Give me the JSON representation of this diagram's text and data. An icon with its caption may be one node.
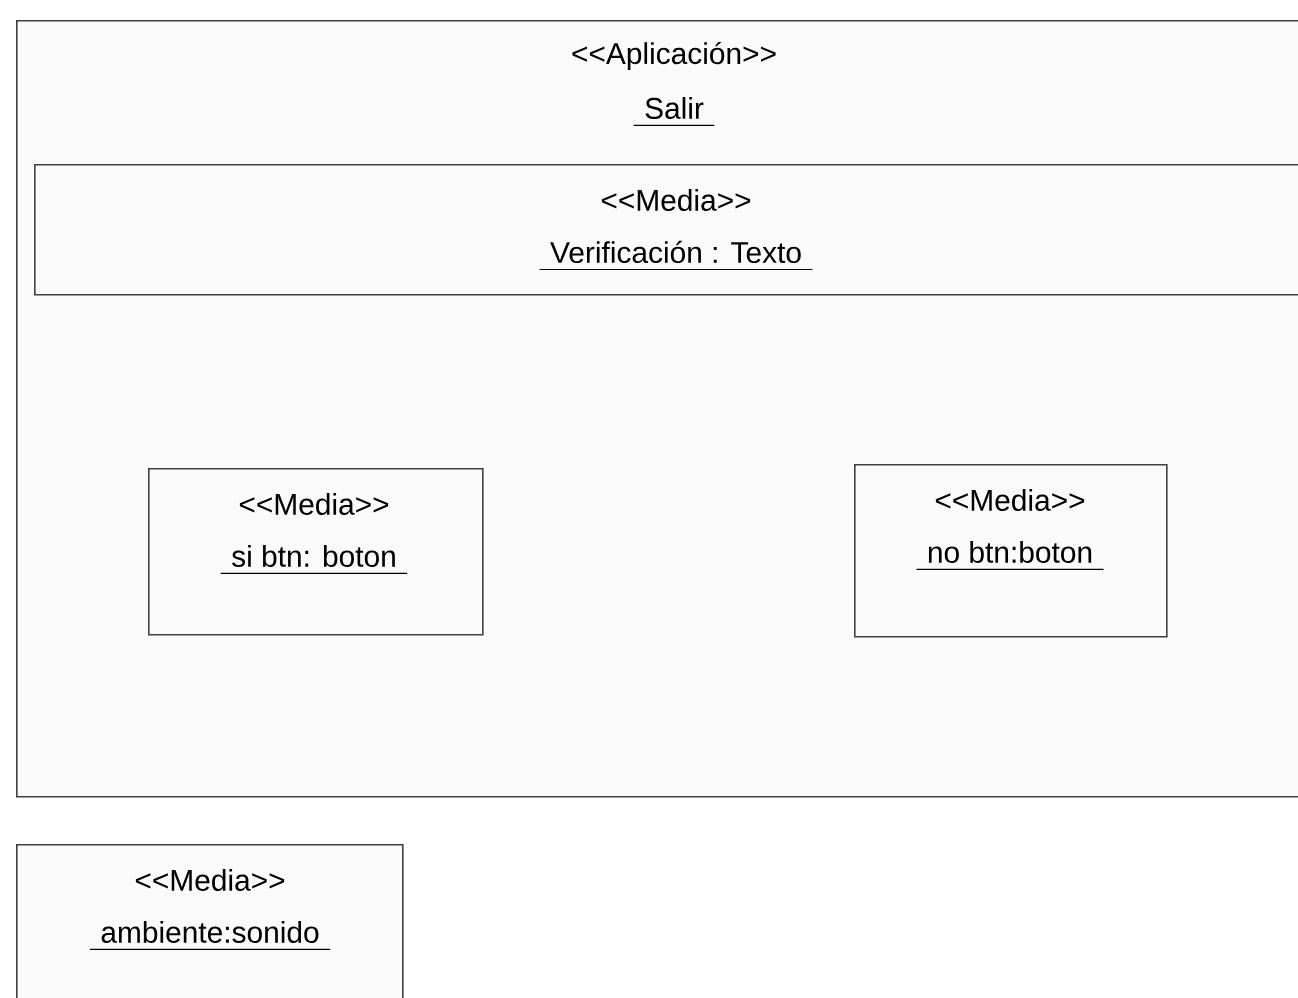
{
  "diagram": {
    "nodes": [
      {
        "text": [
          "<<Aplicación>>",
          "Salir"
        ]
      },
      {
        "text": [
          "<<Media>>",
          "Verificación : Texto"
        ],
        "in": 0
      },
      {
        "text": [
          "<<Media>>",
          "si btn: boton"
        ],
        "in": 0
      },
      {
        "text": [
          "<<Media>>",
          "no btn:boton"
        ],
        "in": 0
      },
      {
        "text": [
          "<<Media>>",
          "ambiente:sonido"
        ]
      }
    ]
  }
}
